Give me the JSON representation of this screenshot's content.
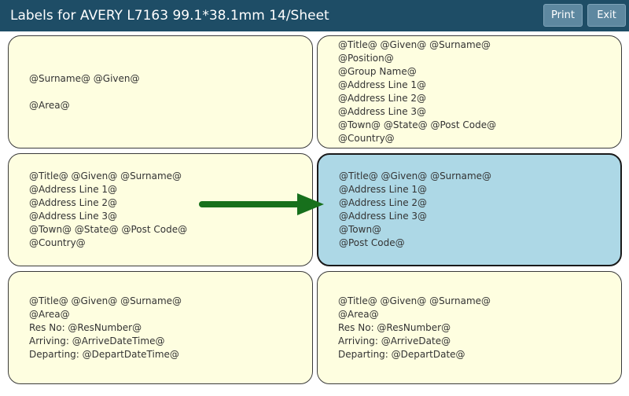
{
  "header": {
    "title": "Labels for AVERY L7163 99.1*38.1mm 14/Sheet",
    "print_label": "Print",
    "exit_label": "Exit"
  },
  "labels": [
    {
      "lines": [
        "@Surname@ @Given@",
        "",
        "@Area@"
      ]
    },
    {
      "lines": [
        "@Title@ @Given@ @Surname@",
        "@Position@",
        "@Group Name@",
        "@Address Line 1@",
        "@Address Line 2@",
        "@Address Line 3@",
        "@Town@ @State@ @Post Code@",
        "@Country@"
      ]
    },
    {
      "lines": [
        "@Title@ @Given@ @Surname@",
        "@Address Line 1@",
        "@Address Line 2@",
        "@Address Line 3@",
        "@Town@ @State@ @Post Code@",
        "@Country@"
      ]
    },
    {
      "lines": [
        "@Title@ @Given@ @Surname@",
        "@Address Line 1@",
        "@Address Line 2@",
        "@Address Line 3@",
        "@Town@",
        "@Post Code@"
      ]
    },
    {
      "lines": [
        "@Title@ @Given@ @Surname@",
        "@Area@",
        "Res No: @ResNumber@",
        "Arriving: @ArriveDateTime@",
        "Departing: @DepartDateTime@"
      ]
    },
    {
      "lines": [
        "@Title@ @Given@ @Surname@",
        "@Area@",
        "Res No: @ResNumber@",
        "Arriving: @ArriveDate@",
        "Departing: @DepartDate@"
      ]
    }
  ],
  "colors": {
    "titlebar": "#1e4d66",
    "label_bg": "#fefee0",
    "selected_bg": "#add8e6",
    "arrow": "#17701c"
  },
  "icons": {
    "arrow": "arrow-right-icon"
  }
}
